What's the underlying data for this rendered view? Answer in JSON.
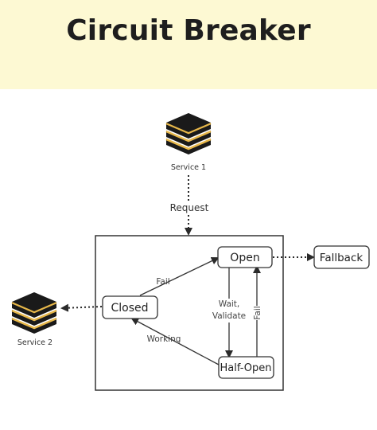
{
  "title": "Circuit Breaker",
  "colors": {
    "header_bg": "#fdf9d3",
    "server_dark": "#1a1a1a",
    "server_stripe": "#e8b84a"
  },
  "icons": {
    "service": "server-stack-icon"
  },
  "nodes": {
    "service1": "Service 1",
    "service2": "Service 2",
    "open": "Open",
    "closed": "Closed",
    "half_open": "Half-Open",
    "fallback": "Fallback"
  },
  "edges": {
    "request": "Request",
    "fail_closed_open": "Fail",
    "wait": "Wait,",
    "validate": "Validate",
    "fail_half_open": "Fail",
    "working": "Working"
  }
}
